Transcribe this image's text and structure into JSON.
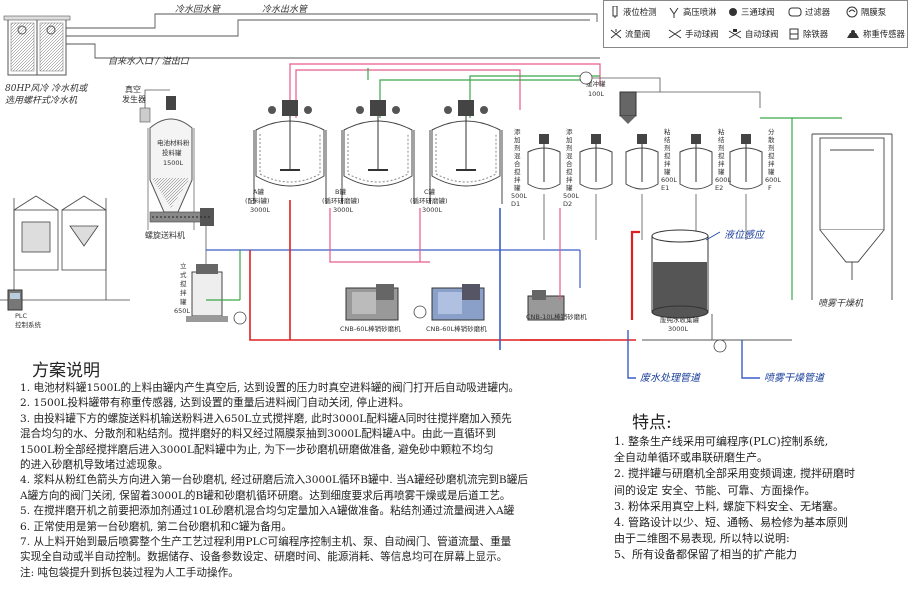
{
  "diagram": {
    "chiller_label_1": "80HP风冷 冷水机或",
    "chiller_label_2": "选用螺杆式冷水机",
    "chiller_return": "冷水回水管",
    "chiller_out": "冷水出水管",
    "water_inlet": "自来水入口 / 溢出口",
    "vacuum_gen_1": "真空",
    "vacuum_gen_2": "发生器",
    "battery_tank_1": "电池材料粉",
    "battery_tank_2": "投料罐",
    "battery_tank_3": "1500L",
    "screw_feeder": "螺旋送料机",
    "plc_label": "PLC",
    "plc_system": "控制系统",
    "vertical_mixer": [
      "立",
      "式",
      "搅",
      "拌",
      "罐",
      "650L"
    ],
    "tank_a": [
      "A罐",
      "(配料罐)",
      "3000L"
    ],
    "tank_b": [
      "B罐",
      "(循环研磨罐)",
      "3000L"
    ],
    "tank_c": [
      "C罐",
      "(循环研磨罐)",
      "3000L"
    ],
    "mill_1": "CNB-60L棒销砂磨机",
    "mill_2": "CNB-60L棒销砂磨机",
    "mill_3": "CNB-10L棒销砂磨机",
    "buffer_tank_1": "缓冲罐",
    "buffer_tank_2": "100L",
    "d1_tank": [
      "添",
      "加",
      "剂",
      "混",
      "合",
      "搅",
      "拌",
      "罐",
      "500L",
      "D1"
    ],
    "d2_tank": [
      "添",
      "加",
      "剂",
      "混",
      "合",
      "搅",
      "拌",
      "罐",
      "500L",
      "D2"
    ],
    "e1_tank": [
      "粘",
      "结",
      "剂",
      "搅",
      "拌",
      "罐",
      "600L",
      "E1"
    ],
    "e2_tank": [
      "粘",
      "结",
      "剂",
      "搅",
      "拌",
      "罐",
      "600L",
      "E2"
    ],
    "f_tank": [
      "分",
      "散",
      "剂",
      "搅",
      "拌",
      "罐",
      "600L",
      "F"
    ],
    "level_sensor": "液位感应",
    "waste_tank_1": "废纯水收集罐",
    "waste_tank_2": "3000L",
    "waste_pipe": "废水处理管道",
    "spray_pipe": "喷雾干燥管道",
    "spray_dryer": "喷雾干燥机"
  },
  "legend": {
    "items": [
      {
        "icon": "level-detect-icon",
        "label": "液位检测"
      },
      {
        "icon": "high-pressure-spray-icon",
        "label": "高压喷淋"
      },
      {
        "icon": "three-way-ball-valve-icon",
        "label": "三通球阀"
      },
      {
        "icon": "filter-icon",
        "label": "过滤器"
      },
      {
        "icon": "diaphragm-pump-icon",
        "label": "隔膜泵"
      },
      {
        "icon": "flow-valve-icon",
        "label": "流量阀"
      },
      {
        "icon": "manual-ball-valve-icon",
        "label": "手动球阀"
      },
      {
        "icon": "auto-ball-valve-icon",
        "label": "自动球阀"
      },
      {
        "icon": "iron-remover-icon",
        "label": "除铁器"
      },
      {
        "icon": "weight-sensor-icon",
        "label": "称重传感器"
      }
    ]
  },
  "scheme": {
    "title": "方案说明",
    "steps": [
      "1. 电池材料罐1500L的上料由罐内产生真空后, 达到设置的压力时真空进料罐的阀门打开后自动吸进罐内。",
      "2. 1500L投料罐带有称重传感器, 达到设置的重量后进料阀门自动关闭, 停止进料。",
      "3. 由投料罐下方的螺旋送料机输送粉料进入650L立式搅拌磨, 此时3000L配料罐A同时往搅拌磨加入预先",
      "混合均匀的水、分散剂和粘结剂。搅拌磨好的料又经过隔膜泵抽到3000L配料罐A中。由此一直循环到",
      "1500L粉全部经搅拌磨后进入3000L配料罐中为止, 为下一步砂磨机研磨做准备, 避免砂中颗粒不均匀",
      "的进入砂磨机导致堵过滤现象。",
      "4. 浆料从粉红色箭头方向进入第一台砂磨机, 经过研磨后流入3000L循环B罐中. 当A罐经砂磨机流完到B罐后",
      "A罐方向的阀门关闭, 保留着3000L的B罐和砂磨机循环研磨。达到细度要求后再喷雾干燥或是后道工艺。",
      "5. 在搅拌磨开机之前要把添加剂通过10L砂磨机混合均匀定量加入A罐做准备。粘结剂通过流量阀进入A罐",
      "6. 正常使用是第一台砂磨机, 第二台砂磨机和C罐为备用。",
      "7. 从上料开始到最后喷雾整个生产工艺过程利用PLC可编程序控制主机、泵、自动阀门、管道流量、重量",
      "实现全自动或半自动控制。数据储存、设备参数设定、研磨时间、能源消耗、等信息均可在屏幕上显示。",
      "注: 吨包袋提升到拆包装过程为人工手动操作。"
    ]
  },
  "features": {
    "title": "特点:",
    "items": [
      "1. 整条生产线采用可编程序(PLC)控制系统,",
      "全自动单循环或串联研磨生产。",
      "2. 搅拌罐与研磨机全部采用变频调速, 搅拌研磨时",
      "间的设定 安全、节能、可靠、方面操作。",
      "3. 粉体采用真空上料, 螺旋下料安全、无堵塞。",
      "4. 管路设计以少、短、通畅、易检修为基本原则",
      "由于二维图不易表现, 所以特以说明:",
      "5、所有设备都保留了相当的扩产能力"
    ]
  }
}
